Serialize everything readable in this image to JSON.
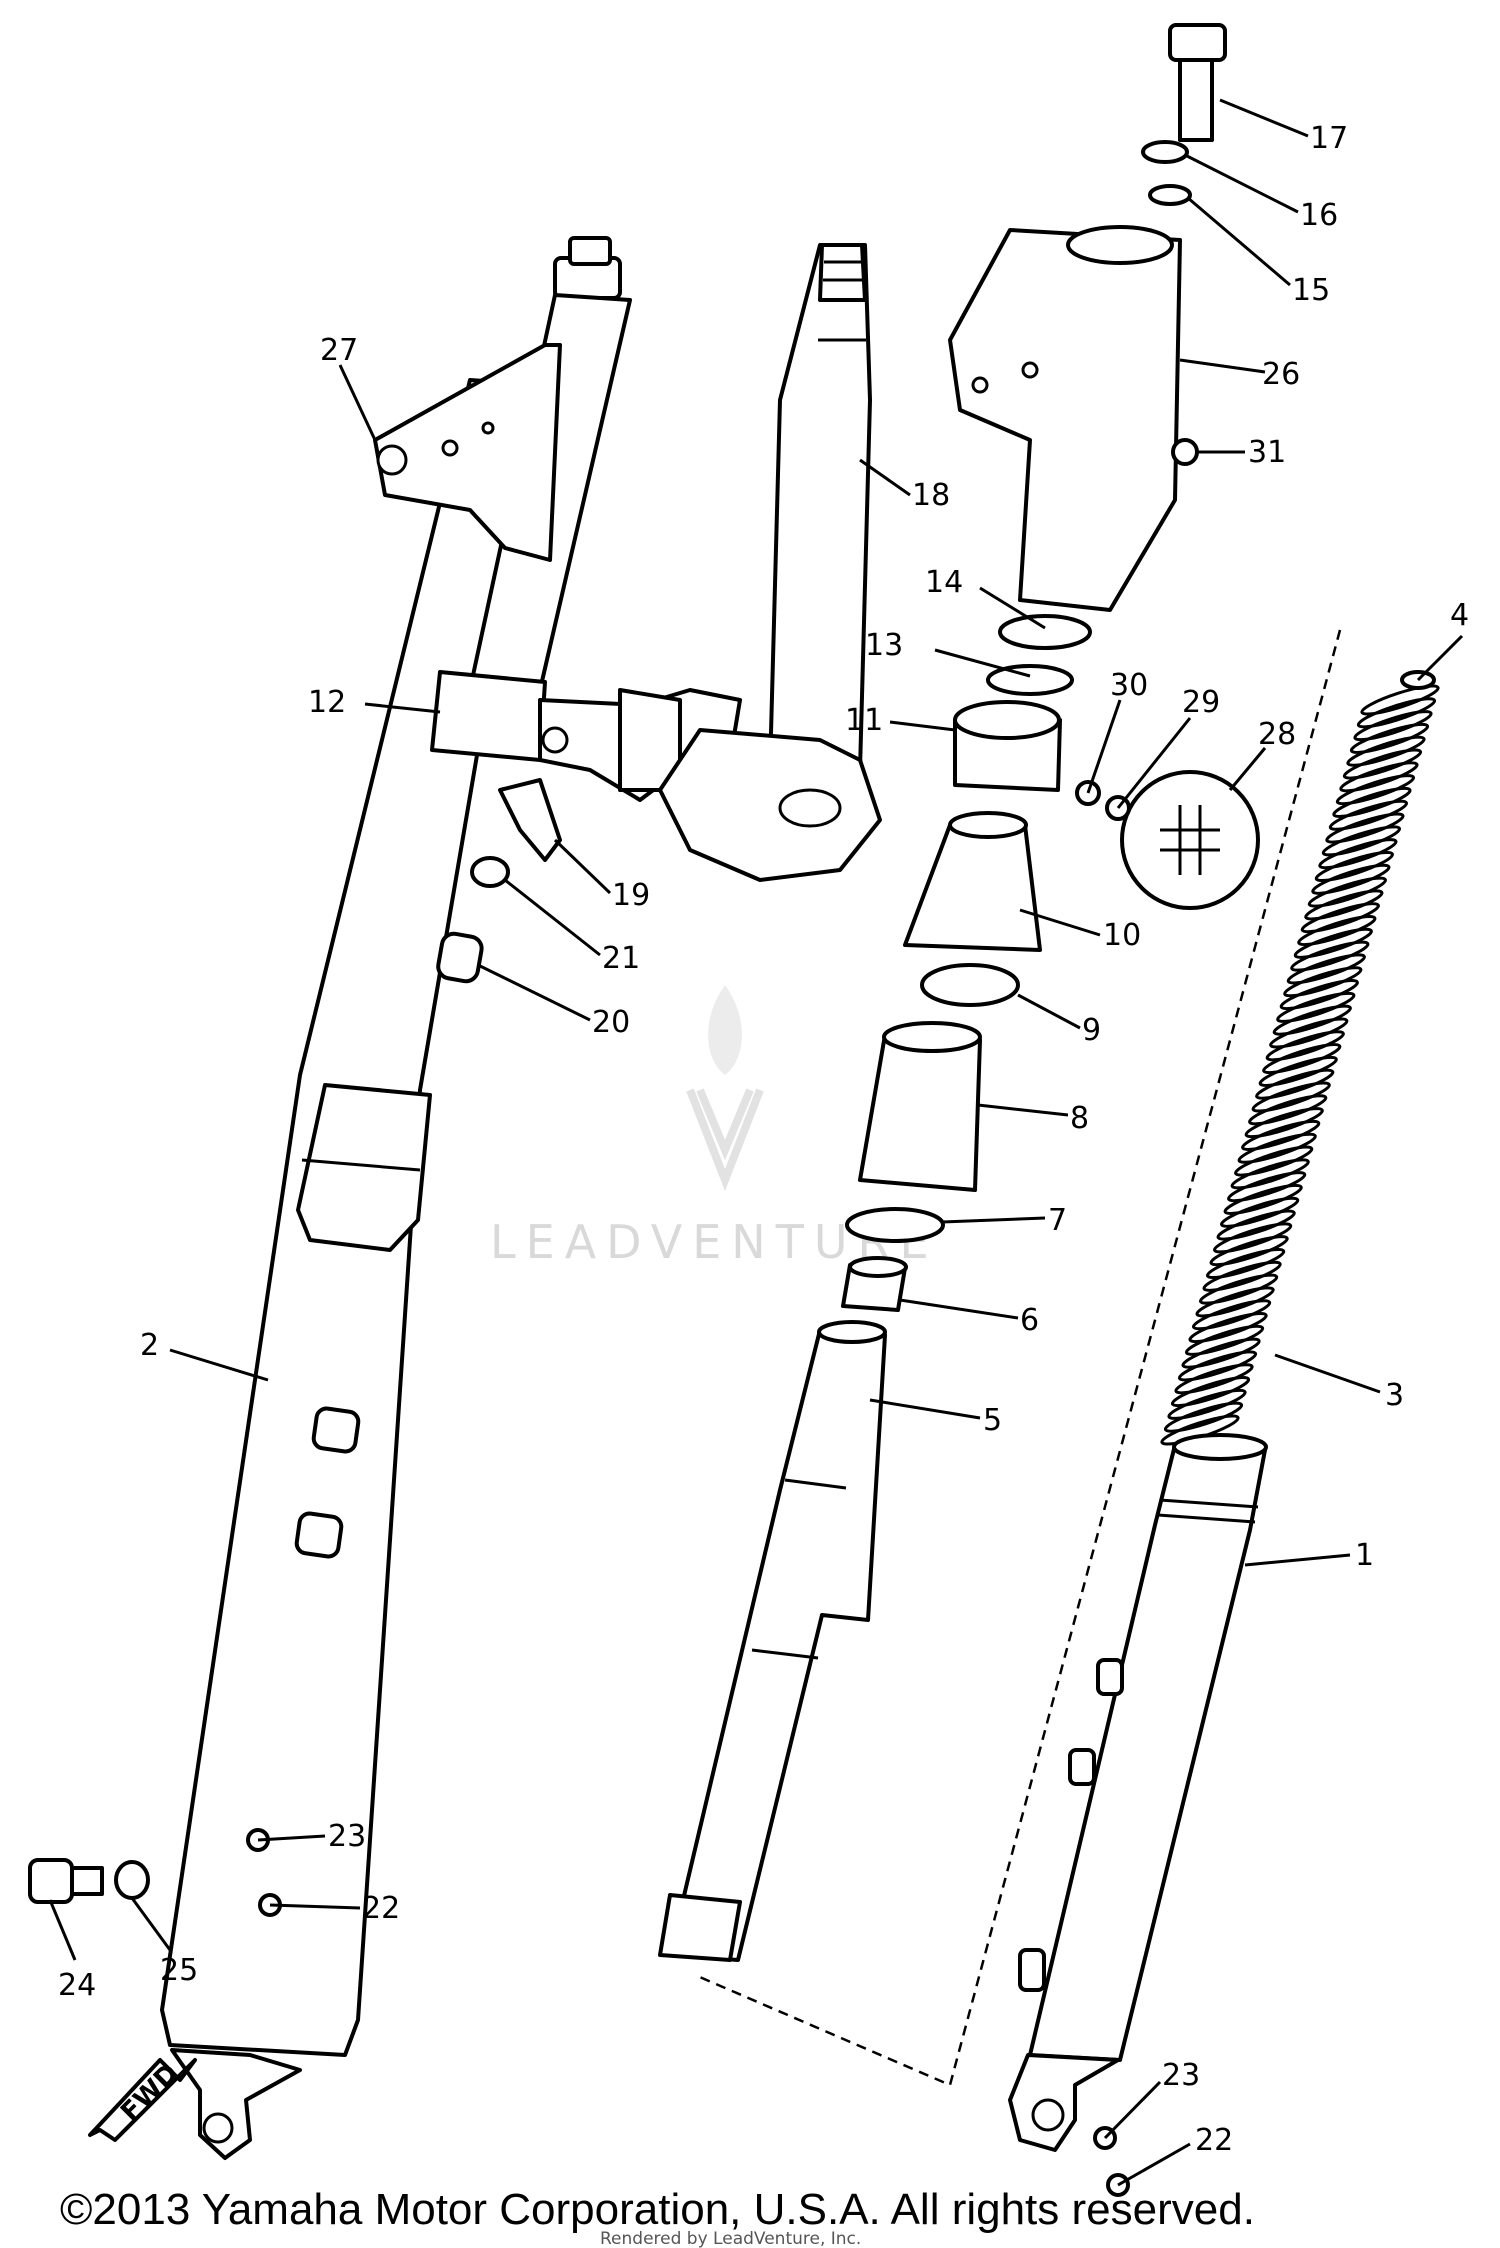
{
  "watermark": {
    "text": "LEADVENTURE"
  },
  "copyright": "©2013 Yamaha Motor Corporation, U.S.A. All rights reserved.",
  "credit": "Rendered by LeadVenture, Inc.",
  "direction_arrow": {
    "label": "FWD"
  },
  "callouts": {
    "c1": "1",
    "c2": "2",
    "c3": "3",
    "c4": "4",
    "c5": "5",
    "c6": "6",
    "c7": "7",
    "c8": "8",
    "c9": "9",
    "c10": "10",
    "c11": "11",
    "c12": "12",
    "c13": "13",
    "c14": "14",
    "c15": "15",
    "c16": "16",
    "c17": "17",
    "c18": "18",
    "c19": "19",
    "c20": "20",
    "c21": "21",
    "c22a": "22",
    "c22b": "22",
    "c23a": "23",
    "c23b": "23",
    "c24": "24",
    "c25": "25",
    "c26": "26",
    "c27": "27",
    "c28": "28",
    "c29": "29",
    "c30": "30",
    "c31": "31"
  }
}
